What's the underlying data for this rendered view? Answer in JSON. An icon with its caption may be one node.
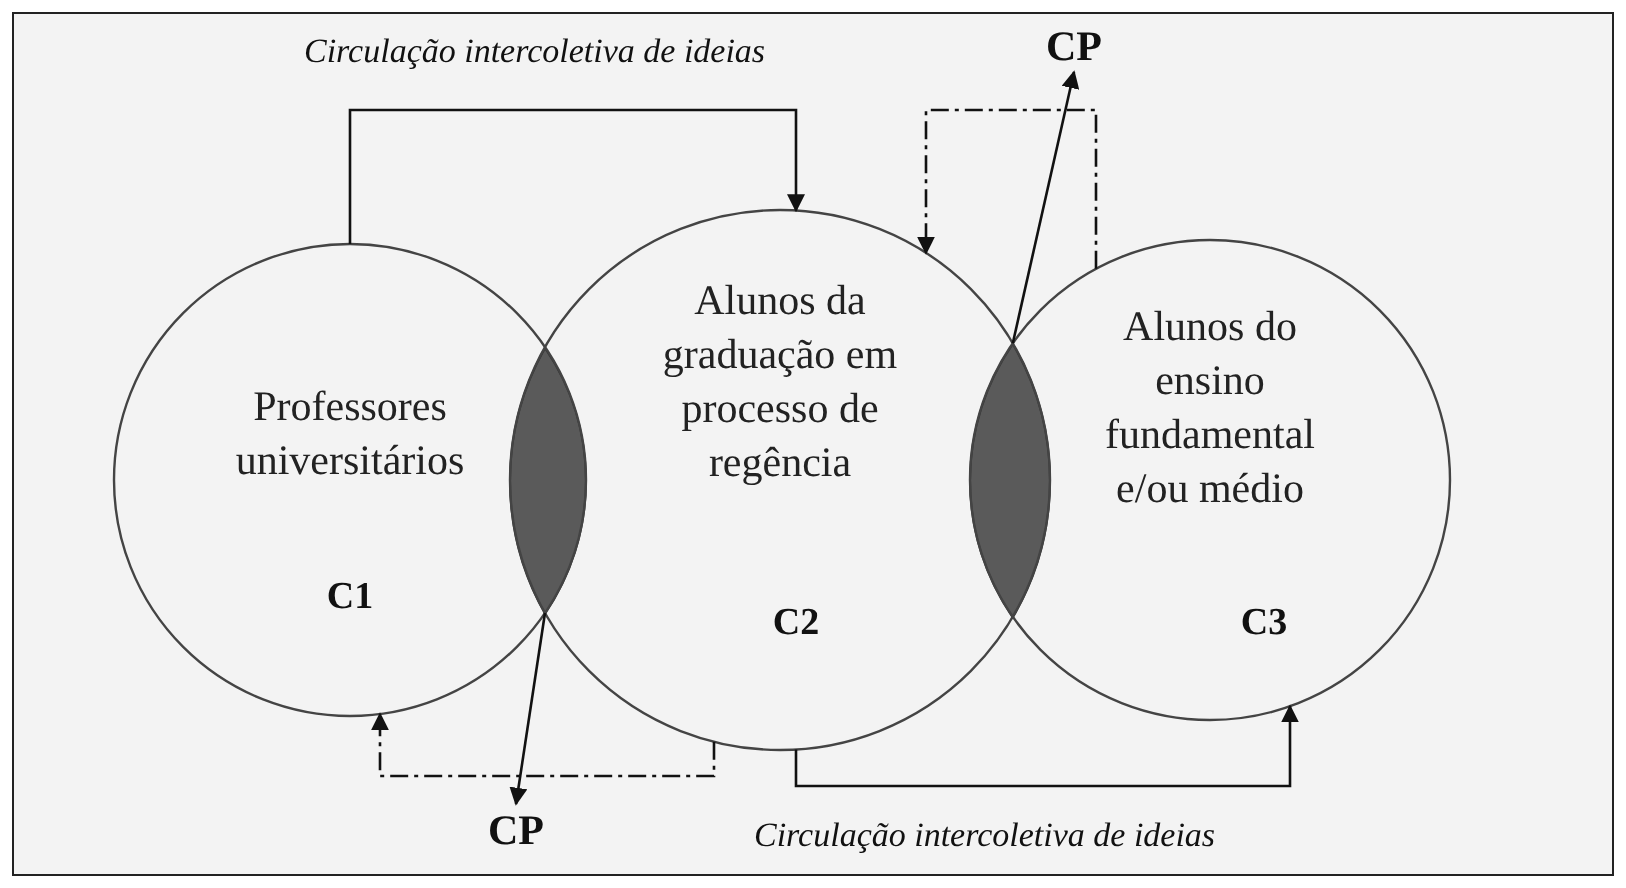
{
  "diagram": {
    "nodes": [
      {
        "text": [
          "Professores universitários",
          "C1"
        ]
      },
      {
        "text": [
          "Alunos da graduação em processo de regência",
          "C2"
        ]
      },
      {
        "text": [
          "Alunos do ensino fundamental e/ou médio",
          "C3"
        ]
      },
      {
        "text": [],
        "shape": "lens"
      },
      {
        "text": [],
        "shape": "lens"
      },
      {
        "text": [
          "CP"
        ]
      },
      {
        "text": [
          "CP"
        ]
      }
    ],
    "edges": [
      {
        "from": 0,
        "to": 1,
        "arrow": "to",
        "label": "Circulação intercoletiva de ideias"
      },
      {
        "from": 2,
        "to": 1,
        "arrow": "to",
        "style": "dashed"
      },
      {
        "from": 4,
        "to": 5,
        "arrow": "to"
      },
      {
        "from": 3,
        "to": 6,
        "arrow": "to"
      },
      {
        "from": 1,
        "to": 0,
        "arrow": "to",
        "style": "dashed"
      },
      {
        "from": 1,
        "to": 2,
        "arrow": "to",
        "label": "Circulação intercoletiva de ideias"
      }
    ]
  }
}
